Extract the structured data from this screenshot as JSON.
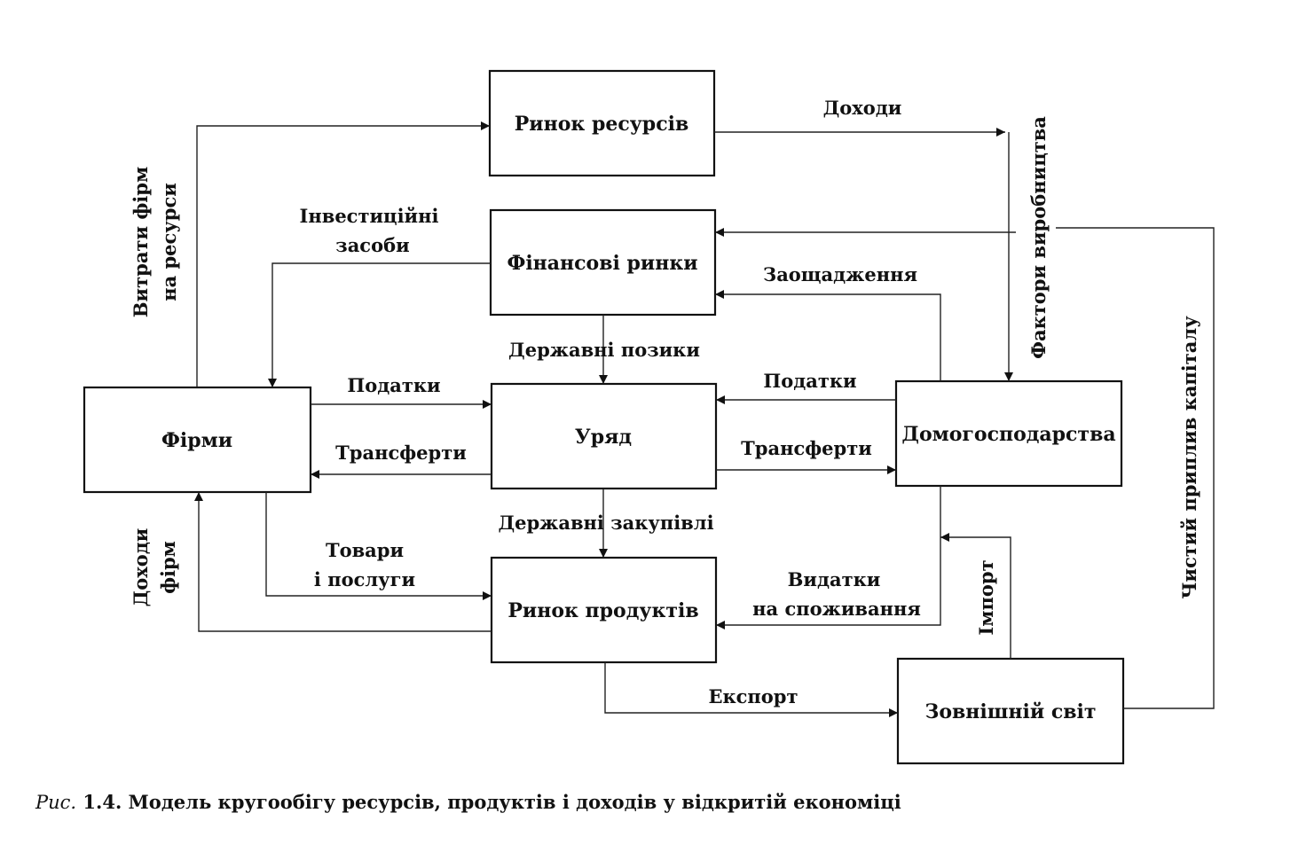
{
  "nodes": {
    "resource_market": "Ринок ресурсів",
    "financial_markets": "Фінансові ринки",
    "government": "Уряд",
    "firms": "Фірми",
    "households": "Домогосподарства",
    "product_market": "Ринок продуктів",
    "rest_of_world": "Зовнішній світ"
  },
  "flows": {
    "income": "Доходи",
    "factors_of_production": "Фактори виробництва",
    "firm_resource_spending_line1": "Витрати фірм",
    "firm_resource_spending_line2": "на ресурси",
    "investment_goods_line1": "Інвестиційні",
    "investment_goods_line2": "засоби",
    "savings": "Заощадження",
    "government_borrowing": "Державні позики",
    "taxes_firms": "Податки",
    "taxes_households": "Податки",
    "transfers_firms": "Трансферти",
    "transfers_households": "Трансферти",
    "government_purchases": "Державні закупівлі",
    "goods_services_line1": "Товари",
    "goods_services_line2": "і послуги",
    "consumption_spending_line1": "Видатки",
    "consumption_spending_line2": "на споживання",
    "firm_income_line1": "Доходи",
    "firm_income_line2": "фірм",
    "imports": "Імпорт",
    "exports": "Експорт",
    "net_capital_inflow": "Чистий приплив капіталу"
  },
  "caption": {
    "prefix": "Рис.",
    "text": " 1.4. Модель кругообігу ресурсів, продуктів і доходів у відкритій економіці"
  }
}
